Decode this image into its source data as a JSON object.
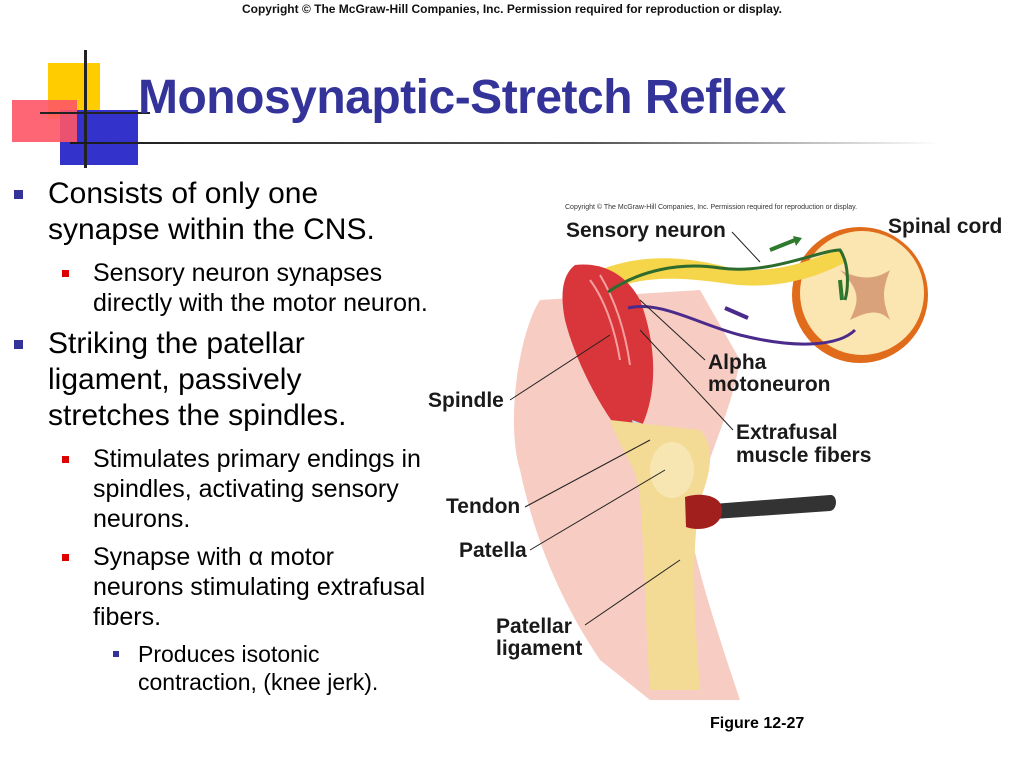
{
  "copyright": "Copyright © The McGraw-Hill Companies, Inc. Permission required for reproduction or display.",
  "title": "Monosynaptic-Stretch Reflex",
  "bullets": [
    {
      "text": "Consists of only one synapse within the CNS.",
      "sub": [
        {
          "text": "Sensory neuron synapses directly with the motor neuron."
        }
      ]
    },
    {
      "text": "Striking the patellar ligament, passively stretches the spindles.",
      "sub": [
        {
          "text": "Stimulates primary endings in spindles, activating sensory neurons."
        },
        {
          "text": "Synapse with α motor neurons stimulating extrafusal fibers.",
          "sub": [
            {
              "text": "Produces isotonic contraction, (knee jerk)."
            }
          ]
        }
      ]
    }
  ],
  "figure": {
    "copyright": "Copyright © The McGraw-Hill Companies, Inc. Permission required for reproduction or display.",
    "labels": {
      "sensory_neuron": "Sensory neuron",
      "spinal_cord": "Spinal cord",
      "alpha_1": "Alpha",
      "alpha_2": "motoneuron",
      "spindle": "Spindle",
      "extrafusal_1": "Extrafusal",
      "extrafusal_2": "muscle fibers",
      "tendon": "Tendon",
      "patella": "Patella",
      "patellar_1": "Patellar",
      "patellar_2": "ligament"
    },
    "caption": "Figure 12-27"
  },
  "colors": {
    "title": "#333399",
    "bullet1": "#333399",
    "bullet2": "#dd0000"
  }
}
